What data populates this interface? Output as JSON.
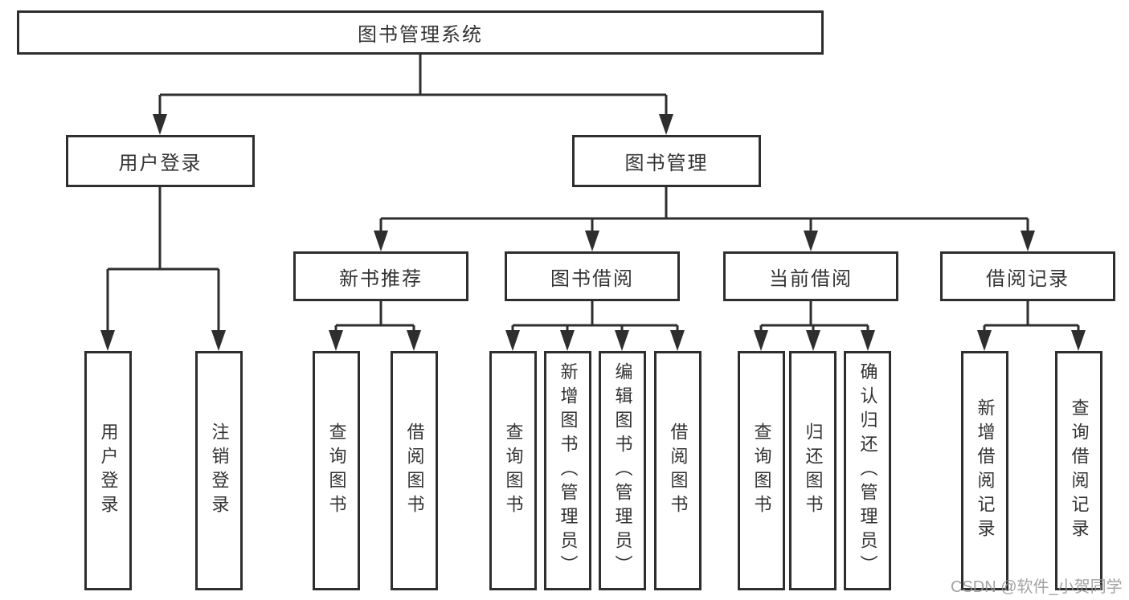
{
  "diagram": {
    "root": {
      "label": "图书管理系统"
    },
    "level2": [
      {
        "label": "用户登录",
        "children": [
          {
            "label": "用户登录"
          },
          {
            "label": "注销登录"
          }
        ]
      },
      {
        "label": "图书管理",
        "groups": [
          {
            "label": "新书推荐",
            "children": [
              {
                "label": "查询图书"
              },
              {
                "label": "借阅图书"
              }
            ]
          },
          {
            "label": "图书借阅",
            "children": [
              {
                "label": "查询图书"
              },
              {
                "label": "新增图书（管理员）"
              },
              {
                "label": "编辑图书（管理员）"
              },
              {
                "label": "借阅图书"
              }
            ]
          },
          {
            "label": "当前借阅",
            "children": [
              {
                "label": "查询图书"
              },
              {
                "label": "归还图书"
              },
              {
                "label": "确认归还（管理员）"
              }
            ]
          },
          {
            "label": "借阅记录",
            "children": [
              {
                "label": "新增借阅记录"
              },
              {
                "label": "查询借阅记录"
              }
            ]
          }
        ]
      }
    ]
  },
  "watermark": {
    "text": "CSDN @软件_小贺同学"
  },
  "colors": {
    "line": "#2e2e2e",
    "border": "#2e2e2e",
    "text": "#333333",
    "background": "#ffffff",
    "watermark": "#969696"
  }
}
